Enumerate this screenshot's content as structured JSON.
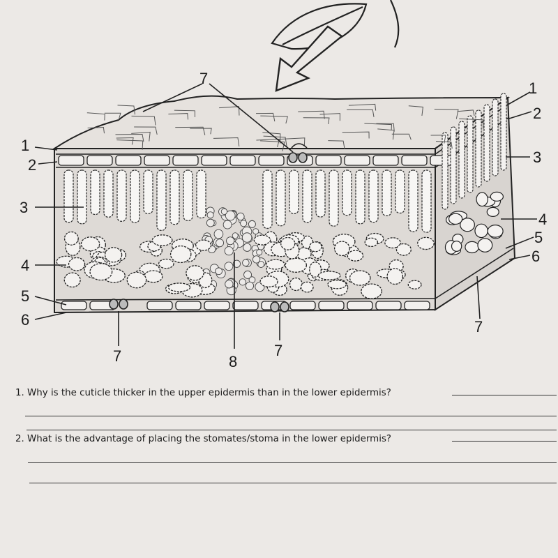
{
  "diagram": {
    "labels": {
      "l_7_top": "7",
      "l_1_right": "1",
      "l_2_right": "2",
      "l_3_right": "3",
      "l_4_right": "4",
      "l_5_right": "5",
      "l_6_right": "6",
      "l_7_right": "7",
      "l_1_left": "1",
      "l_2_left": "2",
      "l_3_left": "3",
      "l_4_left": "4",
      "l_5_left": "5",
      "l_6_left": "6",
      "l_7_bottom_a": "7",
      "l_8_bottom": "8",
      "l_7_bottom_b": "7"
    }
  },
  "questions": [
    {
      "text": "1. Why is the cuticle thicker in the upper epidermis than in the lower epidermis?"
    },
    {
      "text": "2. What is the advantage of placing the stomates/stoma in the lower epidermis?"
    }
  ]
}
